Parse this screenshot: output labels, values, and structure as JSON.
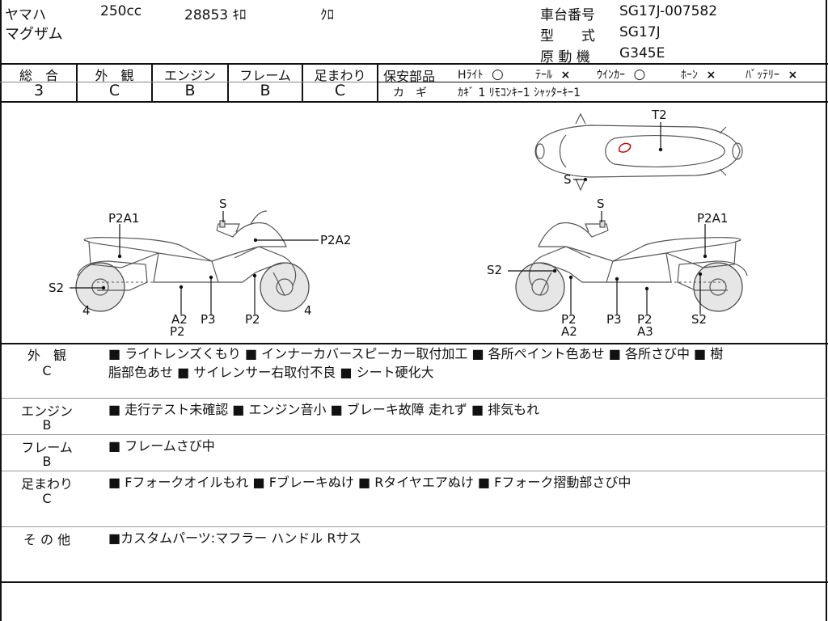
{
  "header": {
    "maker": "ヤマハ",
    "displacement": "250cc",
    "mileage": "28853 ｷﾛ",
    "color": "ｸﾛ",
    "model_name": "マグザム",
    "frame_no_label": "車台番号",
    "frame_no": "SG17J-007582",
    "type_label": "型　　式",
    "type": "SG17J",
    "engine_label": "原 動 機",
    "engine": "G345E"
  },
  "grades": {
    "total_label": "総　合",
    "total": "3",
    "exterior_label": "外　観",
    "exterior": "C",
    "engine_label": "エンジン",
    "engine": "B",
    "frame_label": "フレーム",
    "frame": "B",
    "suspension_label": "足まわり",
    "suspension": "C"
  },
  "safety": {
    "label": "保安部品",
    "items": [
      {
        "name": "Hﾗｲﾄ",
        "mark": "○"
      },
      {
        "name": "ﾃｰﾙ",
        "mark": "×"
      },
      {
        "name": "ｳｲﾝｶｰ",
        "mark": "○"
      },
      {
        "name": "ﾎｰﾝ",
        "mark": "×"
      },
      {
        "name": "ﾊﾞｯﾃﾘｰ",
        "mark": "×"
      }
    ],
    "key_label": "カ　ギ",
    "key_text": "ｶｷﾞ 1  ﾘﾓｺﾝｷｰ1  ｼｬｯﾀｰｷｰ1"
  },
  "diagram_labels": {
    "top_t2": "T2",
    "top_s": "S",
    "left_s": "S",
    "left_p2a1": "P2A1",
    "left_p2a2": "P2A2",
    "left_s2": "S2",
    "left_4a": "4",
    "left_4b": "4",
    "left_a2": "A2",
    "left_p2b": "P2",
    "left_p3": "P3",
    "left_p2c": "P2",
    "right_s": "S",
    "right_p2a1": "P2A1",
    "right_s2a": "S2",
    "right_p2": "P2",
    "right_a2": "A2",
    "right_p3": "P3",
    "right_p2b": "P2",
    "right_a3": "A3",
    "right_s2b": "S2"
  },
  "remarks": [
    {
      "label": "外　観",
      "grade": "C",
      "lines": [
        "■ ライトレンズくもり ■ インナーカバースピーカー取付加工 ■ 各所ペイント色あせ ■ 各所さび中 ■ 樹",
        "脂部色あせ ■ サイレンサー右取付不良 ■ シート硬化大"
      ]
    },
    {
      "label": "エンジン",
      "grade": "B",
      "lines": [
        "■ 走行テスト未確認 ■ エンジン音小 ■ ブレーキ故障 走れず ■ 排気もれ"
      ]
    },
    {
      "label": "フレーム",
      "grade": "B",
      "lines": [
        "■ フレームさび中"
      ]
    },
    {
      "label": "足まわり",
      "grade": "C",
      "lines": [
        "■ Fフォークオイルもれ ■ Fブレーキぬけ ■ Rタイヤエアぬけ ■ Fフォーク摺動部さび中"
      ]
    },
    {
      "label": "そ の 他",
      "grade": "",
      "lines": [
        "■カスタムパーツ:マフラー ハンドル Rサス"
      ]
    }
  ]
}
